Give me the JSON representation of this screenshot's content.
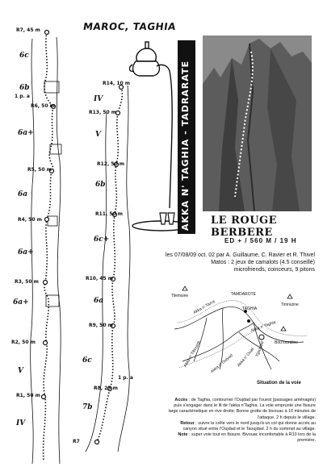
{
  "header": {
    "title": "MAROC, TAGHIA"
  },
  "vertical_banner": "AKKA N' TAGHIA - TADRARATE",
  "route_title": "LE ROUGE BERBERE",
  "route_stats": "ED + / 560 M / 19 H",
  "info": {
    "line1": "les 07/08/09 oct. 02 par A. Guillaume, C. Ravier et R. Thivel",
    "line2": "Matos : 2 jeux de camalots (4.5 conseillé)",
    "line3": "microfriends, coinceurs, 9 pitons"
  },
  "topo_left": {
    "pitches": [
      {
        "label": "R7, 45 m"
      },
      {
        "label": "1 p. a"
      },
      {
        "label": "R6, 50 m"
      },
      {
        "label": "R5, 50 m"
      },
      {
        "label": "R4, 50 m"
      },
      {
        "label": "R3, 50 m"
      },
      {
        "label": "R2, 50 m"
      },
      {
        "label": "R1, 50 m"
      }
    ],
    "grades": [
      "6c",
      "6b",
      "6a+",
      "6a",
      "6a+",
      "6a+",
      "V",
      "IV"
    ]
  },
  "topo_right": {
    "pitches": [
      {
        "label": "R14, 10 m"
      },
      {
        "label": "R13, 50 m"
      },
      {
        "label": "R12, 50 m"
      },
      {
        "label": "R11, 50 m"
      },
      {
        "label": "R10, 45 m"
      },
      {
        "label": "R9, 50 m"
      },
      {
        "label": "1 p. a"
      },
      {
        "label": "R8, 25 m"
      },
      {
        "label": "R7"
      }
    ],
    "grades": [
      "IV",
      "V",
      "6b",
      "6c+",
      "6a",
      "6c",
      "7b"
    ]
  },
  "map": {
    "places": [
      "Tilemsine",
      "TAMDAROTE",
      "Timrazine",
      "TAGHIA",
      "Bou louraline"
    ],
    "rivers": [
      "Akka n' Tazra",
      "Akka n' Taghia",
      "Akka n' Tiboumh",
      "Akka n' Ouiyad",
      "Akka n' Ouali",
      "Tijouidad"
    ],
    "caption": "Situation de la voie"
  },
  "description": {
    "acces_label": "Accès",
    "acces_text": ": de Taghia, contourner l'Oujdad par l'ouest (passages aménagés) puis s'engager dans le lit de l'akka n'Taghia. La voie emprunte une fissure large caractéristique en rive droite. Bonne grotte de bivouac à 10 minutes de l'attaque. 2 h depuis le village.",
    "retour_label": "Retour",
    "retour_text": ": suivre la crête vers le nord jusqu'à un col qui donne accès au canyon situé entre l'Oujdad et le Taoujdad. 2 h du sommet au village.",
    "note_label": "Note",
    "note_text": ": super voie tout en fissure. Bivouac inconfortable à R10 lors de la première."
  }
}
